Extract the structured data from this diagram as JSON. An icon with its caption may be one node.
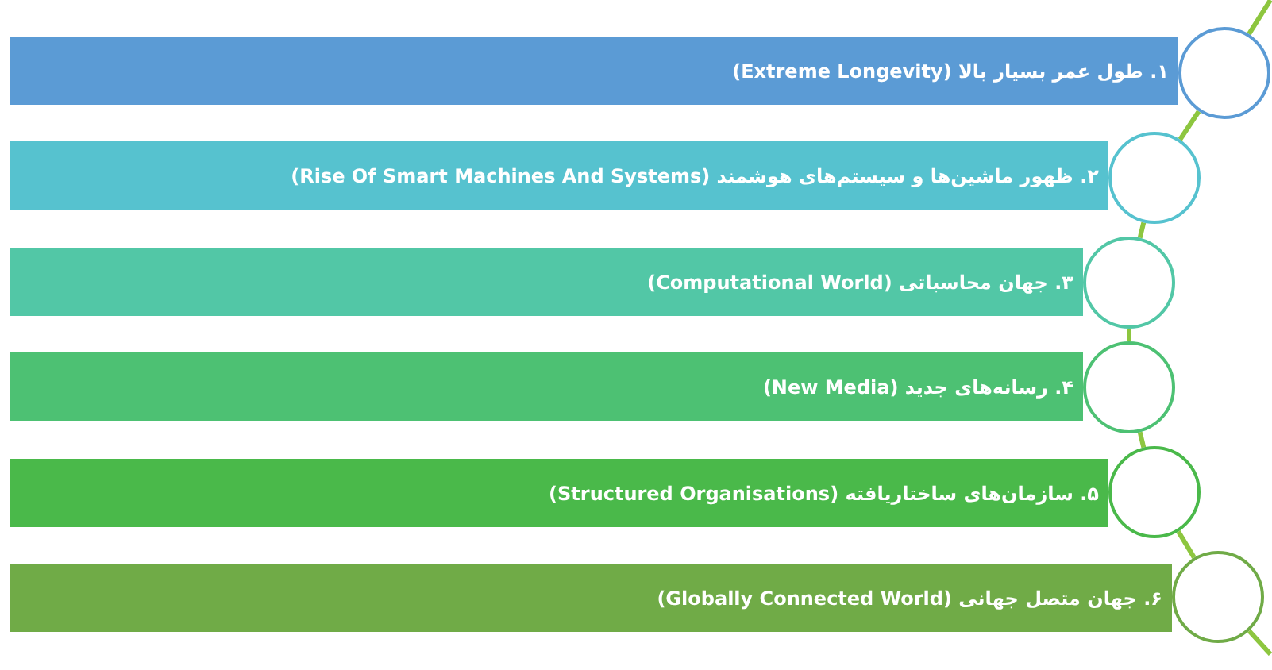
{
  "diagram": {
    "nodes": [
      {
        "text": [
          "۱. طول عمر بسیار بالا (Extreme Longevity)"
        ]
      },
      {
        "text": [
          "۲. ظهور ماشین‌ها و سیستم‌های هوشمند (Rise Of Smart Machines And Systems)"
        ]
      },
      {
        "text": [
          "۳. جهان محاسباتی (Computational World)"
        ]
      },
      {
        "text": [
          "۴. رسانه‌های جدید (New Media)"
        ]
      },
      {
        "text": [
          "۵. سازمان‌های ساختاریافته (Structured Organisations)"
        ]
      },
      {
        "text": [
          "۶. جهان متصل جهانی (Globally Connected World)"
        ]
      },
      {
        "text": [],
        "shape": "circle"
      },
      {
        "text": [],
        "shape": "circle"
      },
      {
        "text": [],
        "shape": "circle"
      },
      {
        "text": [],
        "shape": "circle"
      },
      {
        "text": [],
        "shape": "circle"
      },
      {
        "text": [],
        "shape": "circle"
      }
    ],
    "edges": [
      {
        "from": null,
        "to": 6,
        "arrow": "none"
      },
      {
        "from": 6,
        "to": 7,
        "arrow": "none"
      },
      {
        "from": 7,
        "to": 8,
        "arrow": "none"
      },
      {
        "from": 8,
        "to": 9,
        "arrow": "none"
      },
      {
        "from": 9,
        "to": 10,
        "arrow": "none"
      },
      {
        "from": 10,
        "to": 11,
        "arrow": "none"
      },
      {
        "from": 11,
        "to": null,
        "arrow": "none"
      }
    ]
  }
}
